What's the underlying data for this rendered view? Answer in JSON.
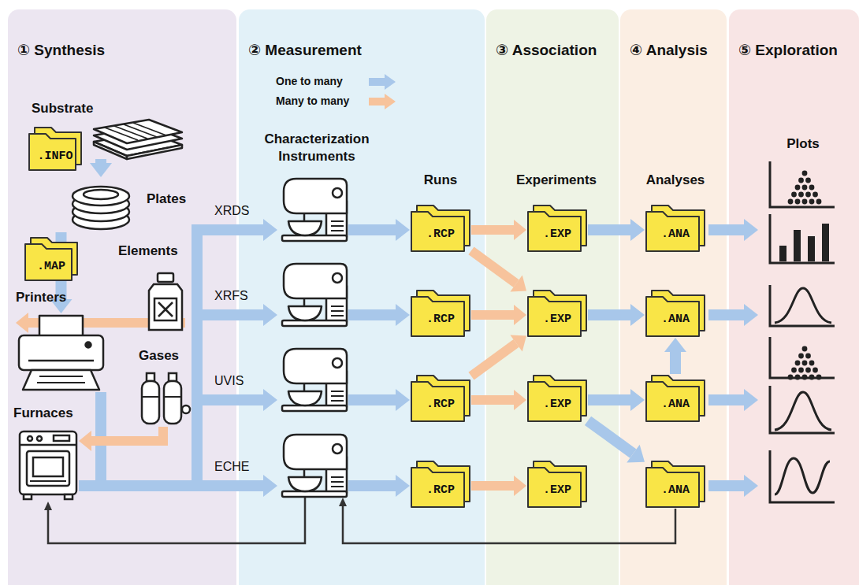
{
  "diagram": {
    "nodes": [
      {
        "text": [
          "① Synthesis"
        ]
      },
      {
        "text": [
          "② Measurement"
        ]
      },
      {
        "text": [
          "③ Association"
        ]
      },
      {
        "text": [
          "④ Analysis"
        ]
      },
      {
        "text": [
          "⑤ Exploration"
        ]
      },
      {
        "text": [
          "Substrate"
        ],
        "in": 0
      },
      {
        "text": [
          ".INFO"
        ],
        "in": 0
      },
      {
        "text": [
          "Plates"
        ],
        "in": 0
      },
      {
        "text": [
          ".MAP"
        ],
        "in": 0
      },
      {
        "text": [
          "Elements"
        ],
        "in": 0
      },
      {
        "text": [
          "Printers"
        ],
        "in": 0
      },
      {
        "text": [
          "Gases"
        ],
        "in": 0
      },
      {
        "text": [
          "Furnaces"
        ],
        "in": 0
      },
      {
        "text": [
          "XRDS"
        ],
        "in": 1
      },
      {
        "text": [
          "XRFS"
        ],
        "in": 1
      },
      {
        "text": [
          "UVIS"
        ],
        "in": 1
      },
      {
        "text": [
          "ECHE"
        ],
        "in": 1
      },
      {
        "text": [
          ".RCP"
        ],
        "in": 1
      },
      {
        "text": [
          ".RCP"
        ],
        "in": 1
      },
      {
        "text": [
          ".RCP"
        ],
        "in": 1
      },
      {
        "text": [
          ".RCP"
        ],
        "in": 1
      },
      {
        "text": [
          ".EXP"
        ],
        "in": 2
      },
      {
        "text": [
          ".EXP"
        ],
        "in": 2
      },
      {
        "text": [
          ".EXP"
        ],
        "in": 2
      },
      {
        "text": [
          ".EXP"
        ],
        "in": 2
      },
      {
        "text": [
          ".ANA"
        ],
        "in": 3
      },
      {
        "text": [
          ".ANA"
        ],
        "in": 3
      },
      {
        "text": [
          ".ANA"
        ],
        "in": 3
      },
      {
        "text": [
          ".ANA"
        ],
        "in": 3
      }
    ],
    "edges": [
      {
        "from": 5,
        "to": 7,
        "arrow": "to"
      },
      {
        "from": 7,
        "to": 10,
        "arrow": "to"
      },
      {
        "from": 9,
        "to": 10,
        "arrow": "to"
      },
      {
        "from": 11,
        "to": 12,
        "arrow": "to"
      },
      {
        "from": 12,
        "to": 13,
        "arrow": "to"
      },
      {
        "from": 12,
        "to": 14,
        "arrow": "to"
      },
      {
        "from": 12,
        "to": 15,
        "arrow": "to"
      },
      {
        "from": 12,
        "to": 16,
        "arrow": "to"
      },
      {
        "from": 16,
        "to": 12,
        "arrow": "to"
      },
      {
        "from": 13,
        "to": 17,
        "arrow": "to"
      },
      {
        "from": 14,
        "to": 18,
        "arrow": "to"
      },
      {
        "from": 15,
        "to": 19,
        "arrow": "to"
      },
      {
        "from": 16,
        "to": 20,
        "arrow": "to"
      },
      {
        "from": 17,
        "to": 21,
        "arrow": "to"
      },
      {
        "from": 17,
        "to": 22,
        "arrow": "to"
      },
      {
        "from": 18,
        "to": 22,
        "arrow": "to"
      },
      {
        "from": 19,
        "to": 22,
        "arrow": "to"
      },
      {
        "from": 19,
        "to": 23,
        "arrow": "to"
      },
      {
        "from": 20,
        "to": 24,
        "arrow": "to"
      },
      {
        "from": 21,
        "to": 25,
        "arrow": "to"
      },
      {
        "from": 22,
        "to": 26,
        "arrow": "to"
      },
      {
        "from": 23,
        "to": 27,
        "arrow": "to"
      },
      {
        "from": 23,
        "to": 28,
        "arrow": "to"
      },
      {
        "from": 27,
        "to": 26,
        "arrow": "to"
      },
      {
        "from": 28,
        "to": 16,
        "arrow": "to"
      }
    ],
    "labels": [
      "Characterization Instruments",
      "Runs",
      "Experiments",
      "Analyses",
      "Plots"
    ],
    "legend": [
      {
        "text": "One to many",
        "color": "#a8c7ea"
      },
      {
        "text": "Many to many",
        "color": "#f7c39c"
      }
    ]
  }
}
